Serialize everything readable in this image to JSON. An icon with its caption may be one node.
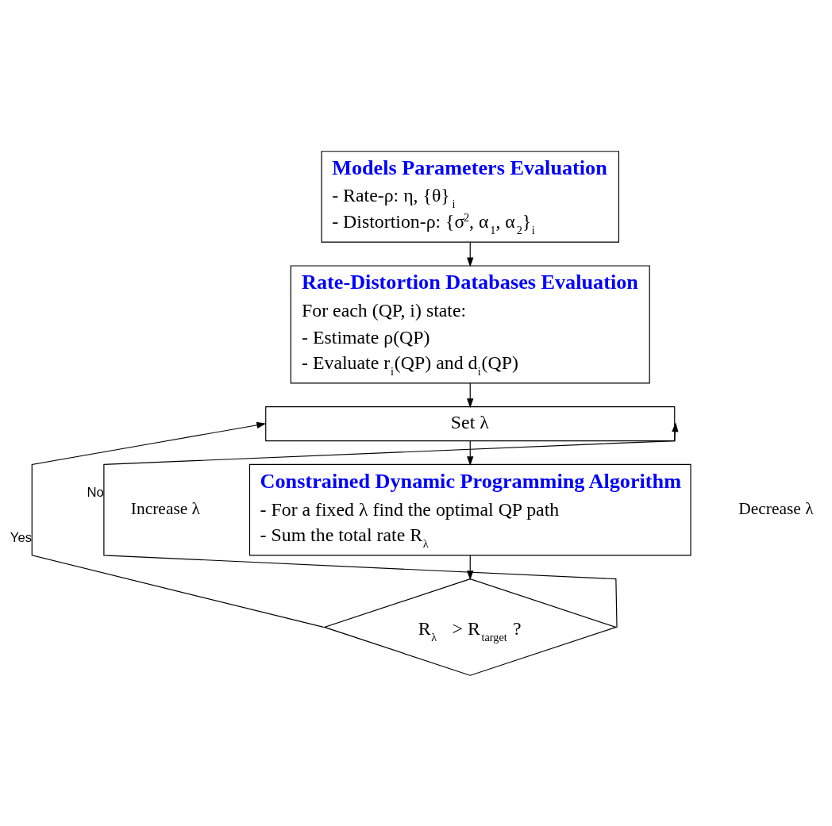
{
  "diagram": {
    "nodes": [
      {
        "text": [
          "Models Parameters Evaluation",
          "- Rate-ρ: η, {θ}$_{i}$",
          "- Distortion-ρ: {σ$^{2}$, α$_{1}$, α$_{2}$}$_{i}$"
        ]
      },
      {
        "text": [
          "Rate-Distortion Databases Evaluation",
          "For each (QP, i) state:",
          "- Estimate ρ(QP)",
          "- Evaluate r$_{i}$(QP) and d$_{i}$(QP)"
        ]
      },
      {
        "text": [
          "Set λ"
        ]
      },
      {
        "text": [
          "Constrained Dynamic Programming Algorithm",
          "- For a fixed λ find the optimal QP path",
          "- Sum the total rate R$_{λ}$"
        ]
      },
      {
        "text": [
          "R$_{λ}$  > R$_{target}$ ?"
        ]
      }
    ],
    "edges": [
      {
        "from": 0,
        "to": 1,
        "arrow": "to"
      },
      {
        "from": 1,
        "to": 2,
        "arrow": "to"
      },
      {
        "from": 2,
        "to": 3,
        "arrow": "to"
      },
      {
        "from": 3,
        "to": 4,
        "arrow": "to"
      },
      {
        "from": 4,
        "to": 2,
        "arrow": "to",
        "label": "Yes"
      },
      {
        "from": 4,
        "to": 2,
        "arrow": "to",
        "label": "No"
      }
    ],
    "labels": [
      "Increase λ",
      "Decrease λ"
    ]
  }
}
